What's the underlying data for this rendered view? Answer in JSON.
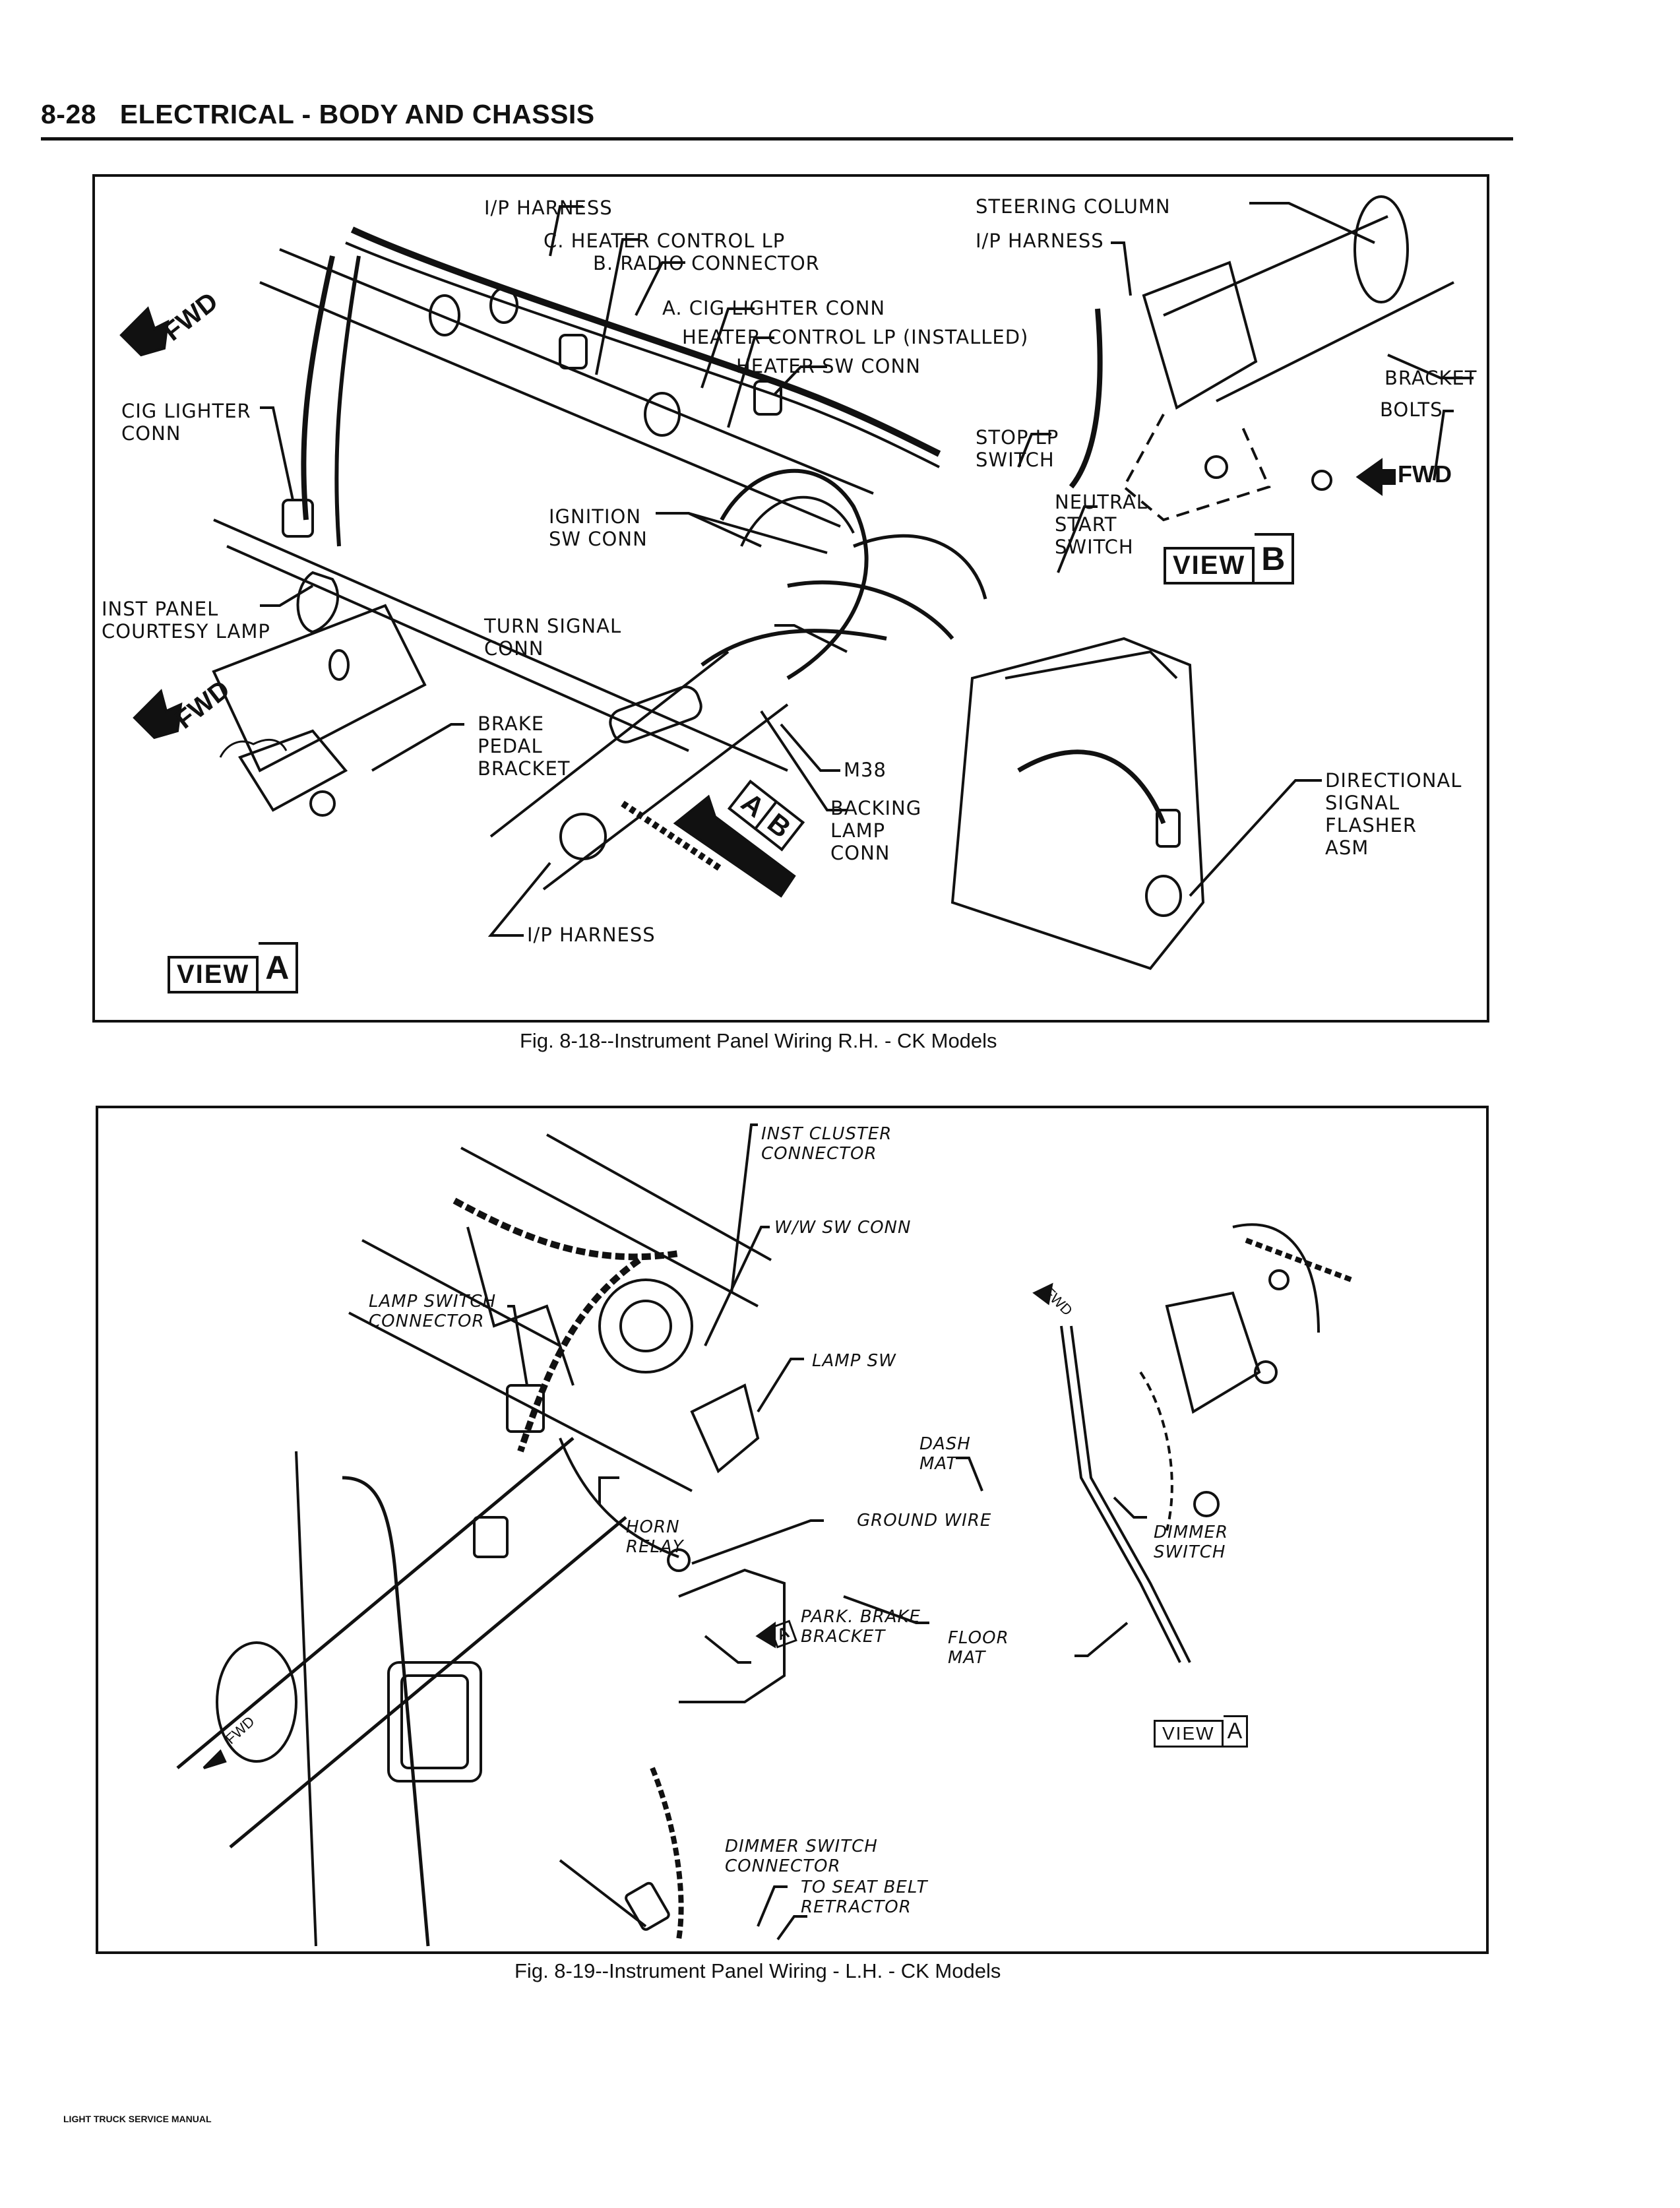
{
  "header": {
    "page_number": "8-28",
    "section_title": "ELECTRICAL - BODY AND CHASSIS"
  },
  "figures": [
    {
      "id": "fig-8-18",
      "caption": "Fig. 8-18--Instrument Panel Wiring R.H. - CK Models",
      "labels": {
        "ip_harness_top": "I/P HARNESS",
        "heater_control_lp": "C. HEATER CONTROL LP",
        "radio_connector": "B. RADIO CONNECTOR",
        "cig_lighter_conn_a": "A. CIG LIGHTER CONN",
        "heater_control_lp_installed": "HEATER CONTROL LP (INSTALLED)",
        "heater_sw_conn": "HEATER SW CONN",
        "steering_column": "STEERING COLUMN",
        "ip_harness_right": "I/P HARNESS",
        "bracket": "BRACKET",
        "bolts": "BOLTS",
        "cig_lighter_conn_line1": "CIG LIGHTER",
        "cig_lighter_conn_line2": "CONN",
        "stop_lp_switch_line1": "STOP LP",
        "stop_lp_switch_line2": "SWITCH",
        "ignition_sw_conn_line1": "IGNITION",
        "ignition_sw_conn_line2": "SW CONN",
        "neutral_start_switch_line1": "NEUTRAL",
        "neutral_start_switch_line2": "START",
        "neutral_start_switch_line3": "SWITCH",
        "inst_panel_courtesy_lamp_line1": "INST PANEL",
        "inst_panel_courtesy_lamp_line2": "COURTESY LAMP",
        "turn_signal_conn_line1": "TURN SIGNAL",
        "turn_signal_conn_line2": "CONN",
        "brake_pedal_bracket_line1": "BRAKE",
        "brake_pedal_bracket_line2": "PEDAL",
        "brake_pedal_bracket_line3": "BRACKET",
        "m38": "M38",
        "backing_lamp_conn_line1": "BACKING",
        "backing_lamp_conn_line2": "LAMP",
        "backing_lamp_conn_line3": "CONN",
        "ip_harness_bottom": "I/P HARNESS",
        "directional_line1": "DIRECTIONAL",
        "directional_line2": "SIGNAL",
        "directional_line3": "FLASHER",
        "directional_line4": "ASM",
        "fwd_1": "FWD",
        "fwd_2": "FWD",
        "fwd_3": "FWD",
        "view_word_a": "VIEW",
        "view_letter_a": "A",
        "view_word_b": "VIEW",
        "view_letter_b": "B",
        "ab_marker_a": "A",
        "ab_marker_b": "B"
      }
    },
    {
      "id": "fig-8-19",
      "caption": "Fig. 8-19--Instrument Panel Wiring - L.H. - CK Models",
      "labels": {
        "inst_cluster_connector_line1": "INST CLUSTER",
        "inst_cluster_connector_line2": "CONNECTOR",
        "ww_sw_conn": "W/W SW CONN",
        "lamp_switch_connector_line1": "LAMP SWITCH",
        "lamp_switch_connector_line2": "CONNECTOR",
        "lamp_sw": "LAMP SW",
        "dash_mat_line1": "DASH",
        "dash_mat_line2": "MAT",
        "ground_wire": "GROUND WIRE",
        "horn_relay_line1": "HORN",
        "horn_relay_line2": "RELAY",
        "dimmer_switch_line1": "DIMMER",
        "dimmer_switch_line2": "SWITCH",
        "park_brake_bracket_line1": "PARK. BRAKE",
        "park_brake_bracket_line2": "BRACKET",
        "floor_mat_line1": "FLOOR",
        "floor_mat_line2": "MAT",
        "dimmer_switch_connector_line1": "DIMMER SWITCH",
        "dimmer_switch_connector_line2": "CONNECTOR",
        "seat_belt_line1": "TO SEAT BELT",
        "seat_belt_line2": "RETRACTOR",
        "fwd_1": "FWD",
        "fwd_2": "FWD",
        "view_word_a": "VIEW",
        "view_letter_a": "A",
        "a_marker": "A"
      }
    }
  ],
  "footer": {
    "manual_title": "LIGHT TRUCK SERVICE MANUAL"
  }
}
